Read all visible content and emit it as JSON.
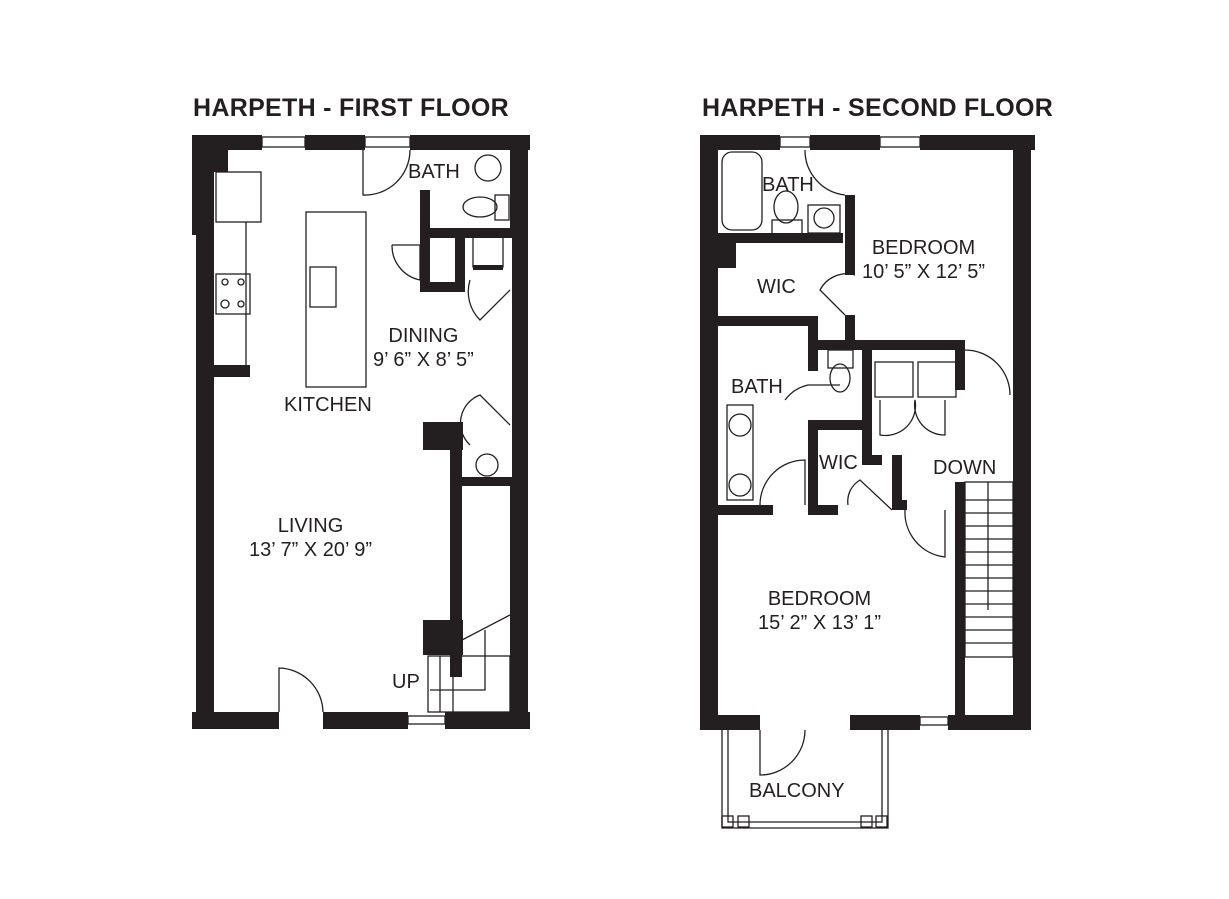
{
  "first_floor": {
    "title": "HARPETH - FIRST FLOOR",
    "rooms": {
      "bath": {
        "name": "BATH"
      },
      "dining": {
        "name": "DINING",
        "dimensions": "9’ 6” X 8’ 5”"
      },
      "kitchen": {
        "name": "KITCHEN"
      },
      "living": {
        "name": "LIVING",
        "dimensions": "13’ 7” X 20’ 9”"
      },
      "stairs": {
        "name": "UP"
      }
    }
  },
  "second_floor": {
    "title": "HARPETH - SECOND FLOOR",
    "rooms": {
      "bath_1": {
        "name": "BATH"
      },
      "bedroom_1": {
        "name": "BEDROOM",
        "dimensions": "10’ 5” X 12’ 5”"
      },
      "wic_1": {
        "name": "WIC"
      },
      "bath_2": {
        "name": "BATH"
      },
      "wic_2": {
        "name": "WIC"
      },
      "stairs": {
        "name": "DOWN"
      },
      "bedroom_2": {
        "name": "BEDROOM",
        "dimensions": "15’ 2” X 13’ 1”"
      },
      "balcony": {
        "name": "BALCONY"
      }
    }
  },
  "colors": {
    "wall": "#231f20",
    "background": "#ffffff"
  }
}
